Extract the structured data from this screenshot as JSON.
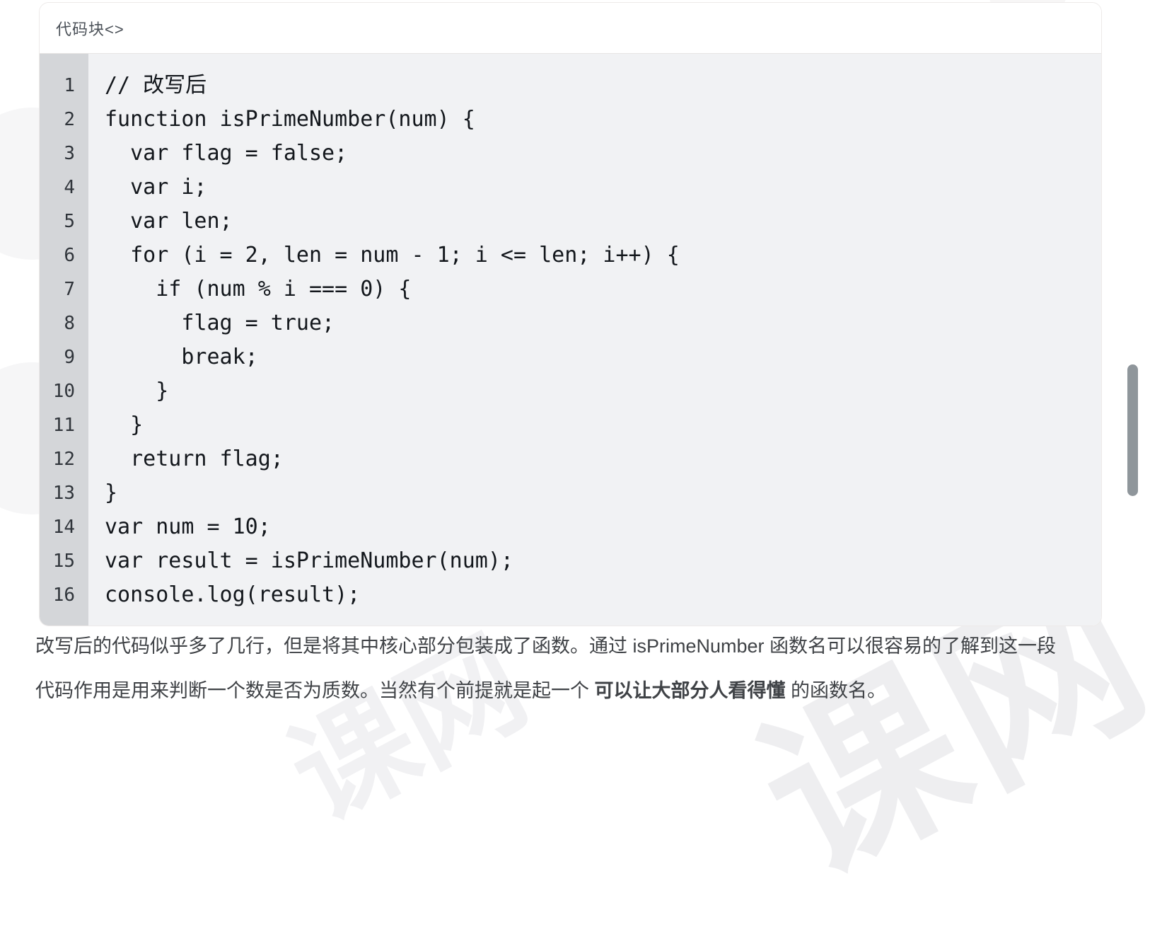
{
  "code_block": {
    "title": "代码块<>",
    "language": "javascript",
    "lines": [
      {
        "num": "1",
        "text": "// 改写后"
      },
      {
        "num": "2",
        "text": "function isPrimeNumber(num) {"
      },
      {
        "num": "3",
        "text": "  var flag = false;"
      },
      {
        "num": "4",
        "text": "  var i;"
      },
      {
        "num": "5",
        "text": "  var len;"
      },
      {
        "num": "6",
        "text": "  for (i = 2, len = num - 1; i <= len; i++) {"
      },
      {
        "num": "7",
        "text": "    if (num % i === 0) {"
      },
      {
        "num": "8",
        "text": "      flag = true;"
      },
      {
        "num": "9",
        "text": "      break;"
      },
      {
        "num": "10",
        "text": "    }"
      },
      {
        "num": "11",
        "text": "  }"
      },
      {
        "num": "12",
        "text": "  return flag;"
      },
      {
        "num": "13",
        "text": "}"
      },
      {
        "num": "14",
        "text": "var num = 10;"
      },
      {
        "num": "15",
        "text": "var result = isPrimeNumber(num);"
      },
      {
        "num": "16",
        "text": "console.log(result);"
      }
    ]
  },
  "paragraph": {
    "line1": "改写后的代码似乎多了几行，但是将其中核心部分包装成了函数。通过 isPrimeNumber 函数名可以很容易的了解到这一段",
    "line2_pre": "代码作用是用来判断一个数是否为质数。当然有个前提就是起一个 ",
    "line2_bold": "可以让大部分人看得懂",
    "line2_post": " 的函数名。"
  },
  "watermark": {
    "text_mid": "课网",
    "text_right": "课网"
  },
  "colors": {
    "gutter_bg": "#d4d6d9",
    "code_bg": "#f1f2f4",
    "code_text": "#13171c",
    "line_number_text": "#30353b",
    "header_text": "#4b5158",
    "paragraph_text": "#3f4246",
    "card_border": "#edeae9",
    "scrollbar_thumb": "#8f969b",
    "watermark": "#f0f0f1"
  }
}
